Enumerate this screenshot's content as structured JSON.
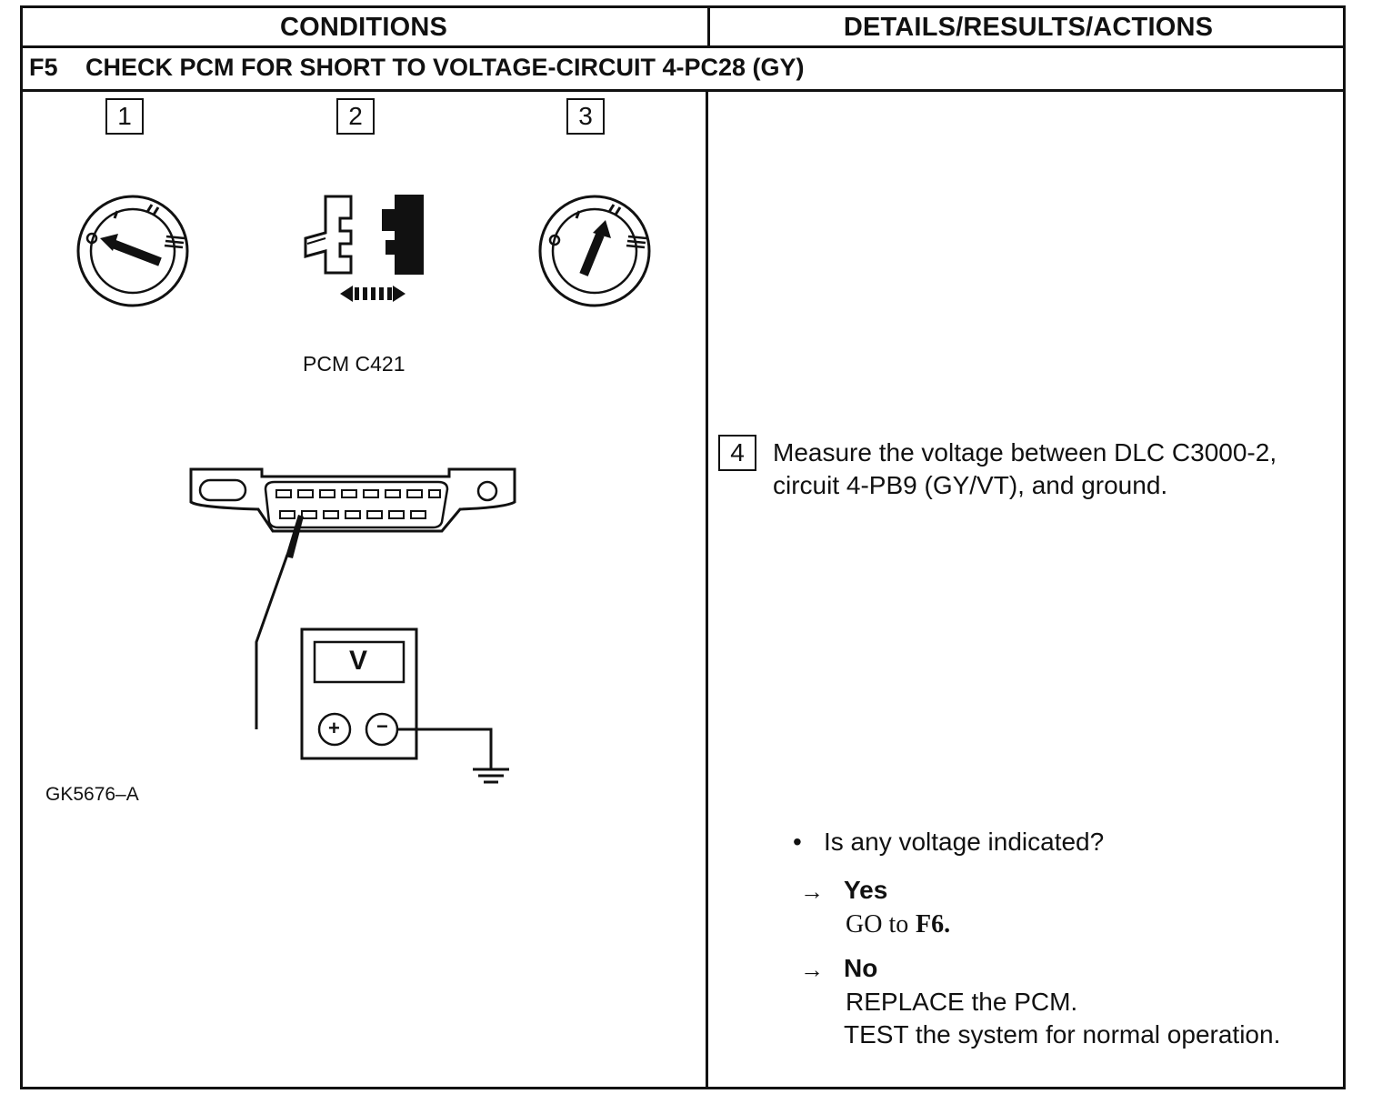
{
  "header": {
    "conditions": "CONDITIONS",
    "details": "DETAILS/RESULTS/ACTIONS"
  },
  "step": {
    "code": "F5",
    "title": "CHECK PCM FOR SHORT TO VOLTAGE-CIRCUIT 4-PC28 (GY)"
  },
  "figure": {
    "steps": [
      "1",
      "2",
      "3"
    ],
    "connector_label": "PCM C421",
    "meter_display": "V",
    "meter_plus": "+",
    "meter_minus": "−",
    "figure_id": "GK5676–A",
    "icons": [
      "ignition-switch-off-icon",
      "connector-disconnect-icon",
      "ignition-switch-run-icon",
      "dlc-connector-icon",
      "voltmeter-icon",
      "ground-icon"
    ]
  },
  "details": {
    "step_number": "4",
    "instruction": "Measure the voltage between DLC C3000-2, circuit 4-PB9 (GY/VT), and ground.",
    "question": "Is any voltage indicated?",
    "bullet": "•",
    "arrow": "→",
    "yes": {
      "label": "Yes",
      "action_prefix": "GO to",
      "action_target": "F6."
    },
    "no": {
      "label": "No",
      "line1": "REPLACE the PCM.",
      "line2": "TEST the system for normal operation."
    }
  }
}
